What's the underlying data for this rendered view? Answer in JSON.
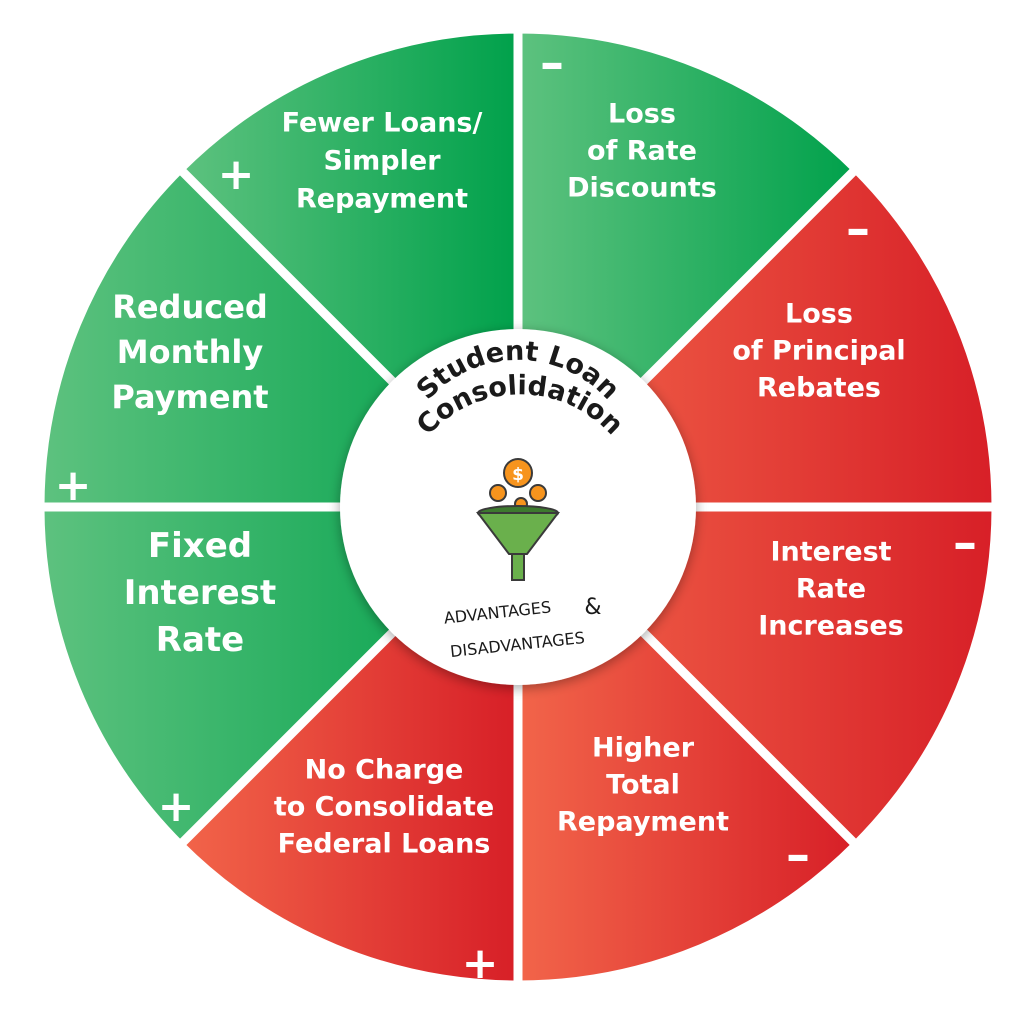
{
  "center": {
    "title_lines": [
      "Student Loan",
      "Consolidation"
    ],
    "icon": "coin-funnel-icon",
    "subtitle_line1": "ADVANTAGES",
    "ampersand": "&",
    "subtitle_line2": "DISADVANTAGES"
  },
  "segments": [
    {
      "id": "fewer-loans",
      "kind": "advantage",
      "sign": "+",
      "lines": [
        "Fewer Loans/",
        "Simpler",
        "Repayment"
      ]
    },
    {
      "id": "loss-rate-discounts",
      "kind": "disadvantage",
      "sign": "-",
      "lines": [
        "Loss",
        "of Rate",
        "Discounts"
      ]
    },
    {
      "id": "loss-principal-rebates",
      "kind": "disadvantage",
      "sign": "-",
      "lines": [
        "Loss",
        "of Principal",
        "Rebates"
      ]
    },
    {
      "id": "interest-rate-increases",
      "kind": "disadvantage",
      "sign": "-",
      "lines": [
        "Interest",
        "Rate",
        "Increases"
      ]
    },
    {
      "id": "higher-total-repayment",
      "kind": "disadvantage",
      "sign": "-",
      "lines": [
        "Higher",
        "Total",
        "Repayment"
      ]
    },
    {
      "id": "no-charge-consolidate",
      "kind": "advantage",
      "sign": "+",
      "lines": [
        "No Charge",
        "to Consolidate",
        "Federal Loans"
      ]
    },
    {
      "id": "fixed-interest-rate",
      "kind": "advantage",
      "sign": "+",
      "lines": [
        "Fixed",
        "Interest",
        "Rate"
      ]
    },
    {
      "id": "reduced-monthly-payment",
      "kind": "advantage",
      "sign": "+",
      "lines": [
        "Reduced",
        "Monthly",
        "Payment"
      ]
    }
  ],
  "colors": {
    "advantage_dark": "#00a14b",
    "advantage_light": "#5ec27f",
    "disadvantage_dark": "#d71f27",
    "disadvantage_light": "#f2654a",
    "coin": "#f7941d",
    "funnel": "#6ab04c",
    "funnel_dark": "#3d7a2e"
  }
}
